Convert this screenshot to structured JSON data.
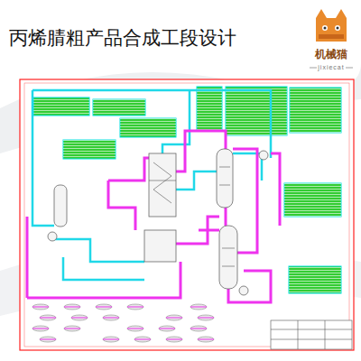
{
  "diagram": {
    "title": "丙烯腈粗产品合成工段设计",
    "labels": [
      "机械猫",
      "jixiecat"
    ]
  }
}
